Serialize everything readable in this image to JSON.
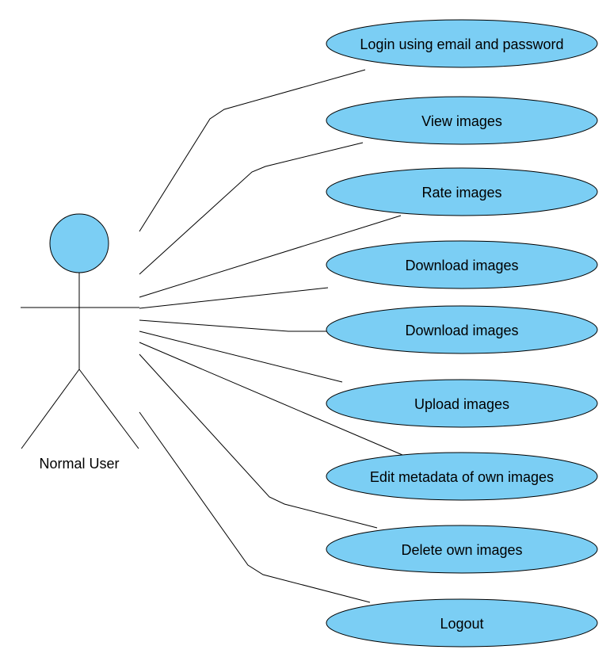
{
  "actor": {
    "label": "Normal User"
  },
  "use_cases": [
    {
      "label": "Login using email and password"
    },
    {
      "label": "View images"
    },
    {
      "label": "Rate images"
    },
    {
      "label": "Download images"
    },
    {
      "label": "Download images"
    },
    {
      "label": "Upload images"
    },
    {
      "label": "Edit metadata of own images"
    },
    {
      "label": "Delete own images"
    },
    {
      "label": "Logout"
    }
  ],
  "colors": {
    "use_case_fill": "#7bcef4",
    "actor_head_fill": "#7bcef4",
    "stroke": "#000000"
  }
}
